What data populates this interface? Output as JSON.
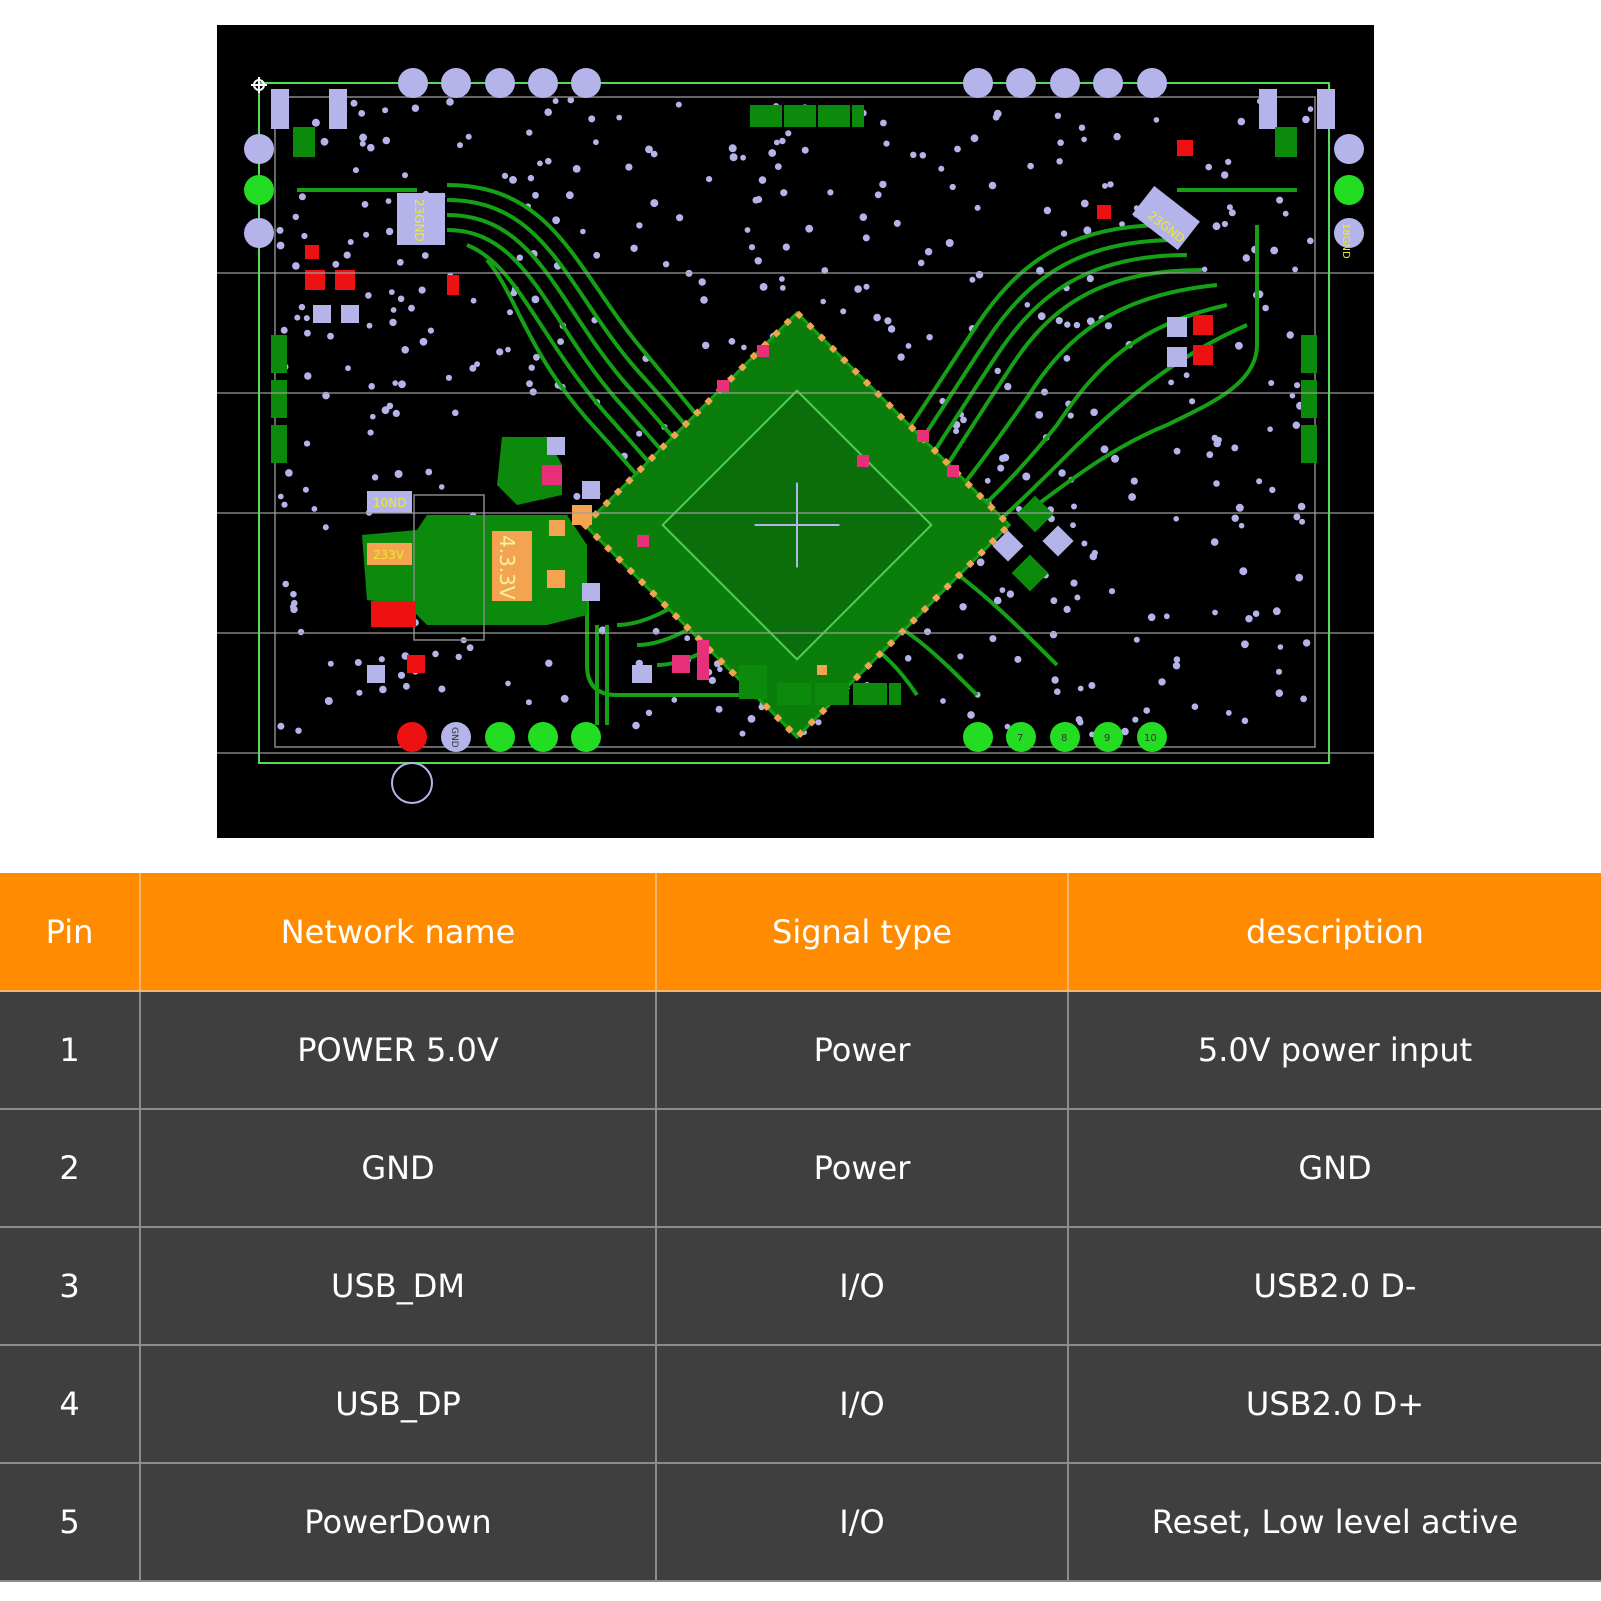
{
  "pcb": {
    "labels": {
      "left_chip": "23GND",
      "right_chip": "23GND",
      "right_edge": "18GND",
      "gnd_pad": "10ND",
      "v33_pad": "233V",
      "v33_big": "4.3.3V",
      "bottom_pad": "GND",
      "pin7": "7",
      "pin8": "8",
      "pin9": "9",
      "pin10": "10"
    },
    "colors": {
      "board": "#000000",
      "copper": "#0b8a0b",
      "trace": "#16a016",
      "via": "#b4b4ea",
      "pad_red": "#ee1111",
      "pad_pink": "#e8307a",
      "pad_orange": "#f4a450",
      "outline": "#55dd55",
      "silk": "#eaea30"
    }
  },
  "table": {
    "headers": [
      "Pin",
      "Network name",
      "Signal type",
      "description"
    ],
    "rows": [
      {
        "pin": "1",
        "network": "POWER 5.0V",
        "signal": "Power",
        "description": "5.0V power input"
      },
      {
        "pin": "2",
        "network": "GND",
        "signal": "Power",
        "description": "GND"
      },
      {
        "pin": "3",
        "network": "USB_DM",
        "signal": "I/O",
        "description": "USB2.0 D-"
      },
      {
        "pin": "4",
        "network": "USB_DP",
        "signal": "I/O",
        "description": "USB2.0 D+"
      },
      {
        "pin": "5",
        "network": "PowerDown",
        "signal": "I/O",
        "description": "Reset, Low level active"
      }
    ],
    "colors": {
      "header_bg": "#ff8c00",
      "cell_bg": "#3f3f3f",
      "text": "#ffffff"
    }
  }
}
